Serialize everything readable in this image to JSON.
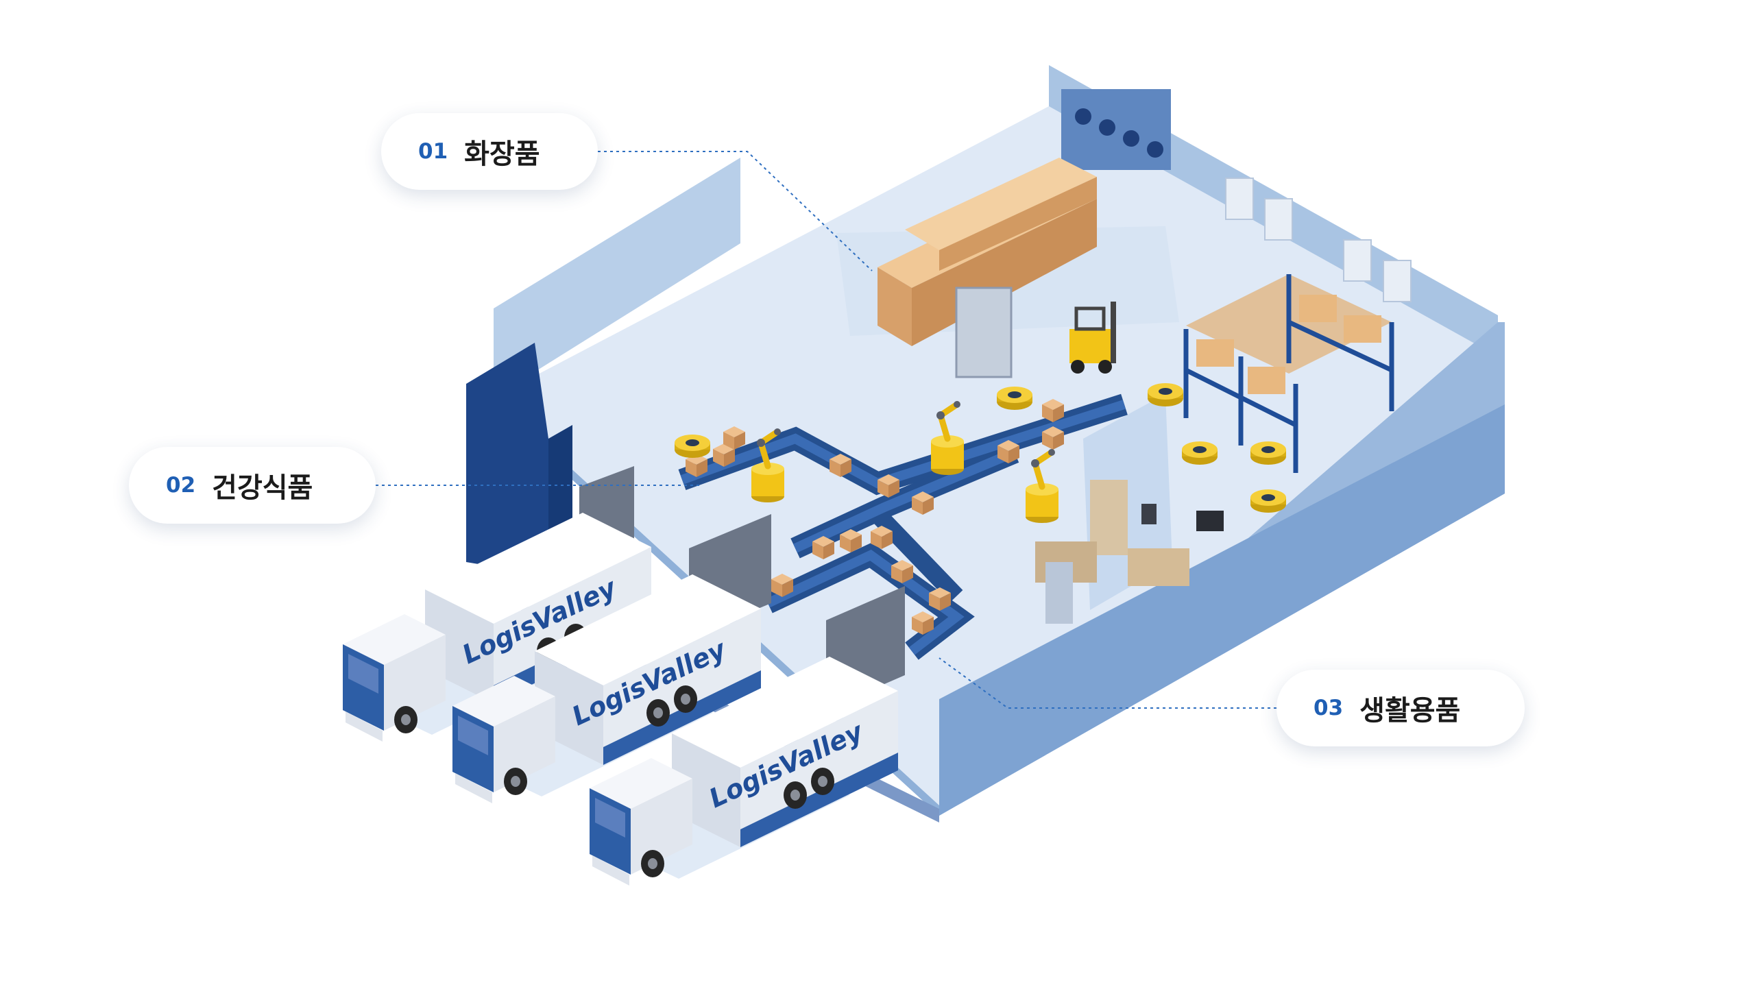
{
  "callouts": [
    {
      "num": "01",
      "label": "화장품"
    },
    {
      "num": "02",
      "label": "건강식품"
    },
    {
      "num": "03",
      "label": "생활용품"
    }
  ],
  "truck_brand": "LogisValley",
  "colors": {
    "accent_blue": "#1f5fb4",
    "wall_blue": "#a9c4e3",
    "floor_blue": "#dfe9f6",
    "truck_blue": "#2f5fa8",
    "box_brown": "#d9a36f",
    "robot_yellow": "#f2c417",
    "leader_line": "#2f6fc0"
  },
  "icons": [
    "truck-icon",
    "robot-arm-icon",
    "forklift-icon",
    "conveyor-belt",
    "storage-rack",
    "cardboard-box"
  ]
}
